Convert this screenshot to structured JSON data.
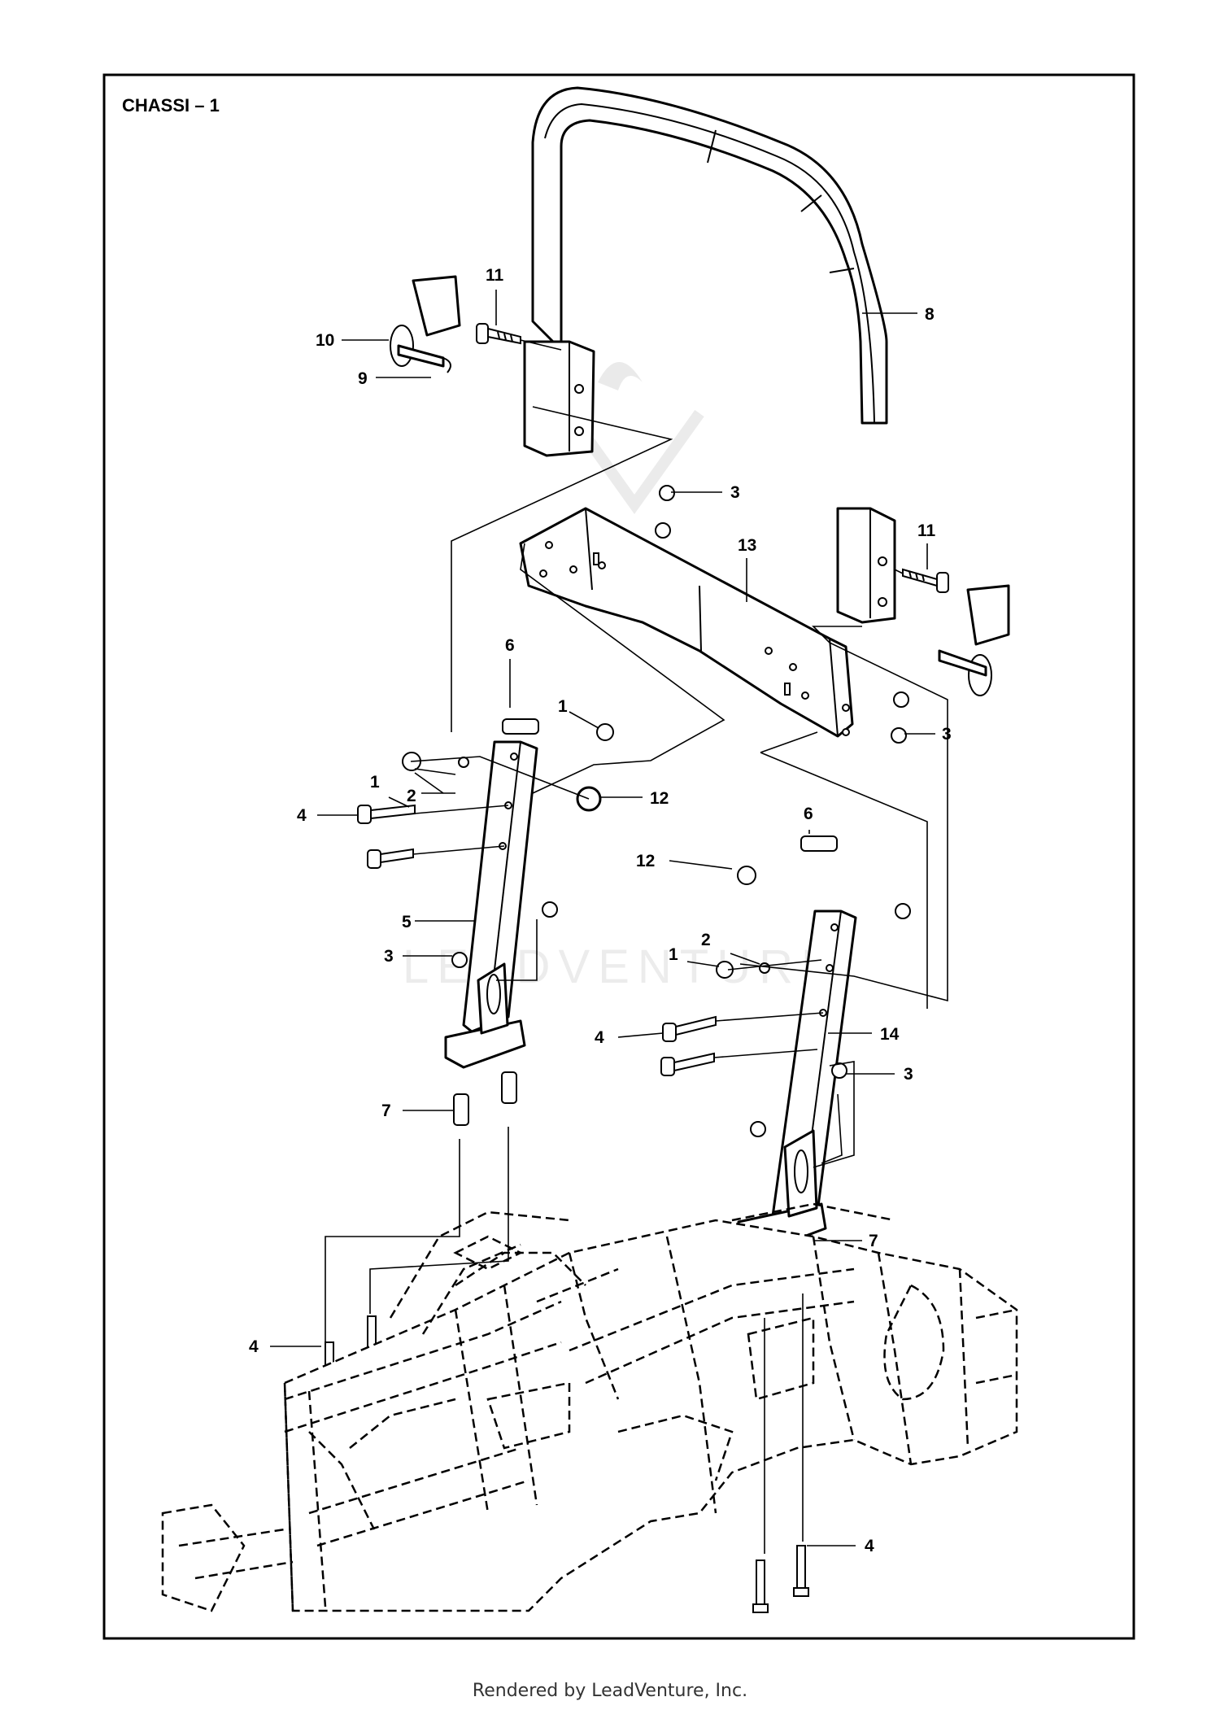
{
  "diagram": {
    "title": "CHASSI – 1",
    "watermark": "LEADVENTURE",
    "footer": "Rendered by LeadVenture, Inc."
  },
  "callouts": [
    {
      "id": "c1a",
      "label": "1"
    },
    {
      "id": "c1b",
      "label": "1"
    },
    {
      "id": "c1c",
      "label": "1"
    },
    {
      "id": "c2a",
      "label": "2"
    },
    {
      "id": "c2b",
      "label": "2"
    },
    {
      "id": "c3a",
      "label": "3"
    },
    {
      "id": "c3b",
      "label": "3"
    },
    {
      "id": "c3c",
      "label": "3"
    },
    {
      "id": "c3d",
      "label": "3"
    },
    {
      "id": "c4a",
      "label": "4"
    },
    {
      "id": "c4b",
      "label": "4"
    },
    {
      "id": "c4c",
      "label": "4"
    },
    {
      "id": "c4d",
      "label": "4"
    },
    {
      "id": "c5",
      "label": "5"
    },
    {
      "id": "c6a",
      "label": "6"
    },
    {
      "id": "c6b",
      "label": "6"
    },
    {
      "id": "c7a",
      "label": "7"
    },
    {
      "id": "c7b",
      "label": "7"
    },
    {
      "id": "c8",
      "label": "8"
    },
    {
      "id": "c9",
      "label": "9"
    },
    {
      "id": "c10",
      "label": "10"
    },
    {
      "id": "c11a",
      "label": "11"
    },
    {
      "id": "c11b",
      "label": "11"
    },
    {
      "id": "c12a",
      "label": "12"
    },
    {
      "id": "c12b",
      "label": "12"
    },
    {
      "id": "c13",
      "label": "13"
    },
    {
      "id": "c14",
      "label": "14"
    }
  ]
}
